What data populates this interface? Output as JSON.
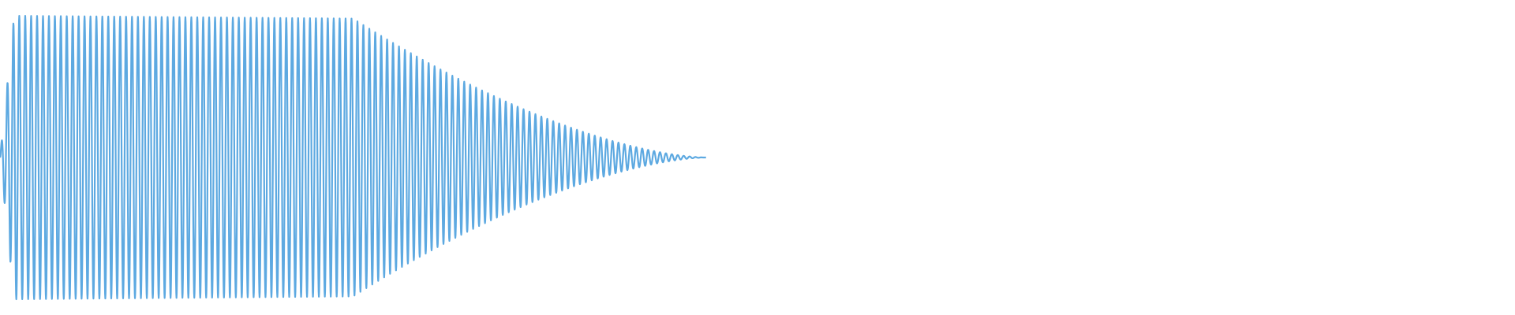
{
  "waveform": {
    "color": "#5DA9E1",
    "background": "#FFFFFF",
    "cycles": 119,
    "duration_fraction": 0.466,
    "envelope": {
      "attack_fraction": 0.02,
      "sustain_until_fraction": 0.5,
      "sustain_level": 0.98,
      "release_shape": "quadratic fade to silence"
    }
  }
}
